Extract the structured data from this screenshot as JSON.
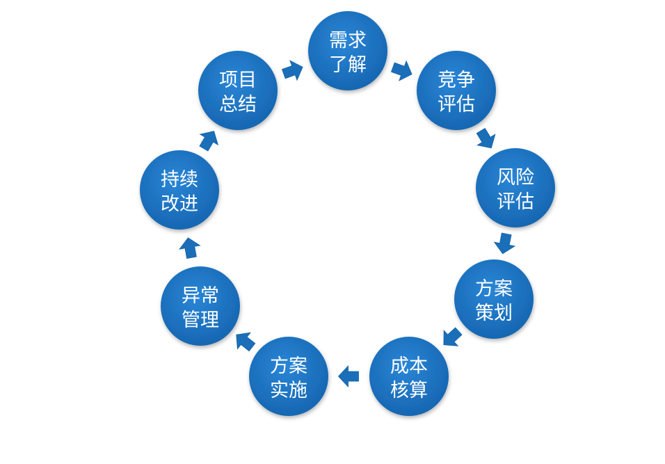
{
  "diagram": {
    "accent_color": "#1e73be",
    "arrow_color": "#1a6fb8",
    "nodes": [
      {
        "id": "need",
        "lines": [
          "需求",
          "了解"
        ]
      },
      {
        "id": "competition",
        "lines": [
          "竞争",
          "评估"
        ]
      },
      {
        "id": "risk",
        "lines": [
          "风险",
          "评估"
        ]
      },
      {
        "id": "planning",
        "lines": [
          "方案",
          "策划"
        ]
      },
      {
        "id": "costing",
        "lines": [
          "成本",
          "核算"
        ]
      },
      {
        "id": "implementation",
        "lines": [
          "方案",
          "实施"
        ]
      },
      {
        "id": "exception",
        "lines": [
          "异常",
          "管理"
        ]
      },
      {
        "id": "improvement",
        "lines": [
          "持续",
          "改进"
        ]
      },
      {
        "id": "summary",
        "lines": [
          "项目",
          "总结"
        ]
      }
    ]
  }
}
